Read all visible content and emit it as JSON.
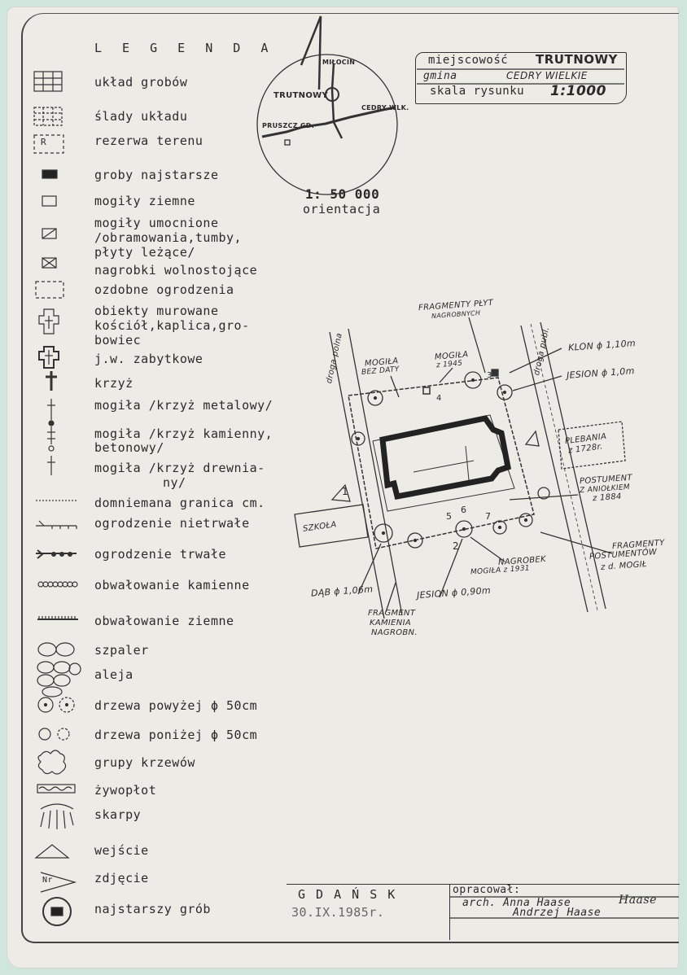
{
  "legend": {
    "title": "L E G E N D A",
    "items": [
      {
        "icon": "grave-grid-icon",
        "label": "układ grobów"
      },
      {
        "icon": "grave-traces-icon",
        "label": "ślady układu"
      },
      {
        "icon": "reserve-icon",
        "label": "rezerwa terenu"
      },
      {
        "icon": "oldest-graves-icon",
        "label": "groby najstarsze"
      },
      {
        "icon": "earth-grave-icon",
        "label": "mogiły ziemne"
      },
      {
        "icon": "reinforced-grave-icon",
        "label": "mogiły umocnione"
      },
      {
        "icon": "freestanding-tomb-icon",
        "label": "nagrobki wolnostojące"
      },
      {
        "icon": "decorative-fence-icon",
        "label": "ozdobne ogrodzenia"
      },
      {
        "icon": "masonry-object-icon",
        "label": "obiekty murowane"
      },
      {
        "icon": "historic-masonry-icon",
        "label": "j.w. zabytkowe"
      },
      {
        "icon": "cross-icon",
        "label": "krzyż"
      },
      {
        "icon": "metal-cross-icon",
        "label": "mogiła /krzyż metalowy/"
      },
      {
        "icon": "stone-cross-icon",
        "label": "mogiła /krzyż kamienny,"
      },
      {
        "icon": "wooden-cross-icon",
        "label": "mogiła /krzyż drewnia-"
      },
      {
        "icon": "boundary-line-icon",
        "label": "domniemana granica cm."
      },
      {
        "icon": "temp-fence-icon",
        "label": "ogrodzenie nietrwałe"
      },
      {
        "icon": "perm-fence-icon",
        "label": "ogrodzenie trwałe"
      },
      {
        "icon": "stone-bank-icon",
        "label": "obwałowanie kamienne"
      },
      {
        "icon": "earth-bank-icon",
        "label": "obwałowanie ziemne"
      },
      {
        "icon": "espalier-icon",
        "label": "szpaler"
      },
      {
        "icon": "alley-icon",
        "label": "aleja"
      },
      {
        "icon": "big-trees-icon",
        "label": "drzewa powyżej ϕ 50cm"
      },
      {
        "icon": "small-trees-icon",
        "label": "drzewa poniżej ϕ 50cm"
      },
      {
        "icon": "shrubs-icon",
        "label": "grupy krzewów"
      },
      {
        "icon": "hedge-icon",
        "label": "żywopłot"
      },
      {
        "icon": "escarpment-icon",
        "label": "skarpy"
      },
      {
        "icon": "entrance-icon",
        "label": "wejście"
      },
      {
        "icon": "photo-icon",
        "label": "zdjęcie"
      },
      {
        "icon": "oldest-grave-icon",
        "label": "najstarszy grób"
      }
    ],
    "extra_lines": {
      "reinforced_2": "/obramowania,tumby,",
      "reinforced_3": "płyty leżące/",
      "masonry_2": "kościół,kaplica,gro-",
      "masonry_3": "bowiec",
      "stone_cross_2": "betonowy/",
      "wooden_cross_2": "ny/"
    },
    "reserve_letter": "R",
    "photo_letter": "Nr"
  },
  "locator": {
    "places": [
      "MIŁOCIN",
      "TRUTNOWY",
      "CEDRY WLK.",
      "PRUSZCZ GD."
    ],
    "scale": "1: 50 000",
    "caption": "orientacja"
  },
  "titleblock": {
    "place_label": "miejscowość",
    "place_value": "TRUTNOWY",
    "commune_label": "gmina",
    "commune_value": "CEDRY WIELKIE",
    "scale_label": "skala rysunku",
    "scale_value": "1:1000"
  },
  "map": {
    "labels": {
      "road_field": "droga polna",
      "road_public": "droga publ.",
      "school": "SZKOŁA",
      "rectory_1": "PLEBANIA",
      "rectory_2": "z 1728r.",
      "frag_plates_1": "FRAGMENTY PŁYT",
      "frag_plates_2": "NAGROBNYCH",
      "grave_undated_1": "MOGIŁA",
      "grave_undated_2": "BEZ DATY",
      "grave_1945_1": "MOGIŁA",
      "grave_1945_2": "z 1945",
      "maple": "KLON ϕ 1,10m",
      "ash_1": "JESION ϕ 1,0m",
      "pedestal_1": "POSTUMENT",
      "pedestal_2": "Z ANIOŁKIEM",
      "pedestal_3": "z 1884",
      "frag_ped_1": "FRAGMENTY",
      "frag_ped_2": "POSTUMENTÓW",
      "frag_ped_3": "z d. MOGIŁ",
      "tombstone_1": "NAGROBEK",
      "tombstone_2": "MOGIŁA z 1931",
      "oak": "DĄB ϕ 1,06m",
      "ash_2": "JESION ϕ 0,90m",
      "frag_curb_1": "FRAGMENT",
      "frag_curb_2": "KAMIENIA",
      "frag_curb_3": "NAGROBN.",
      "photo_numbers": [
        "1",
        "2",
        "3",
        "4",
        "5",
        "6",
        "7"
      ]
    }
  },
  "footer": {
    "city": "G D A Ń S K",
    "date": "30.IX.1985r.",
    "prepared_label": "opracował:",
    "author_1": "arch. Anna Haase",
    "author_2": "Andrzej Haase",
    "signature": "Haase"
  }
}
